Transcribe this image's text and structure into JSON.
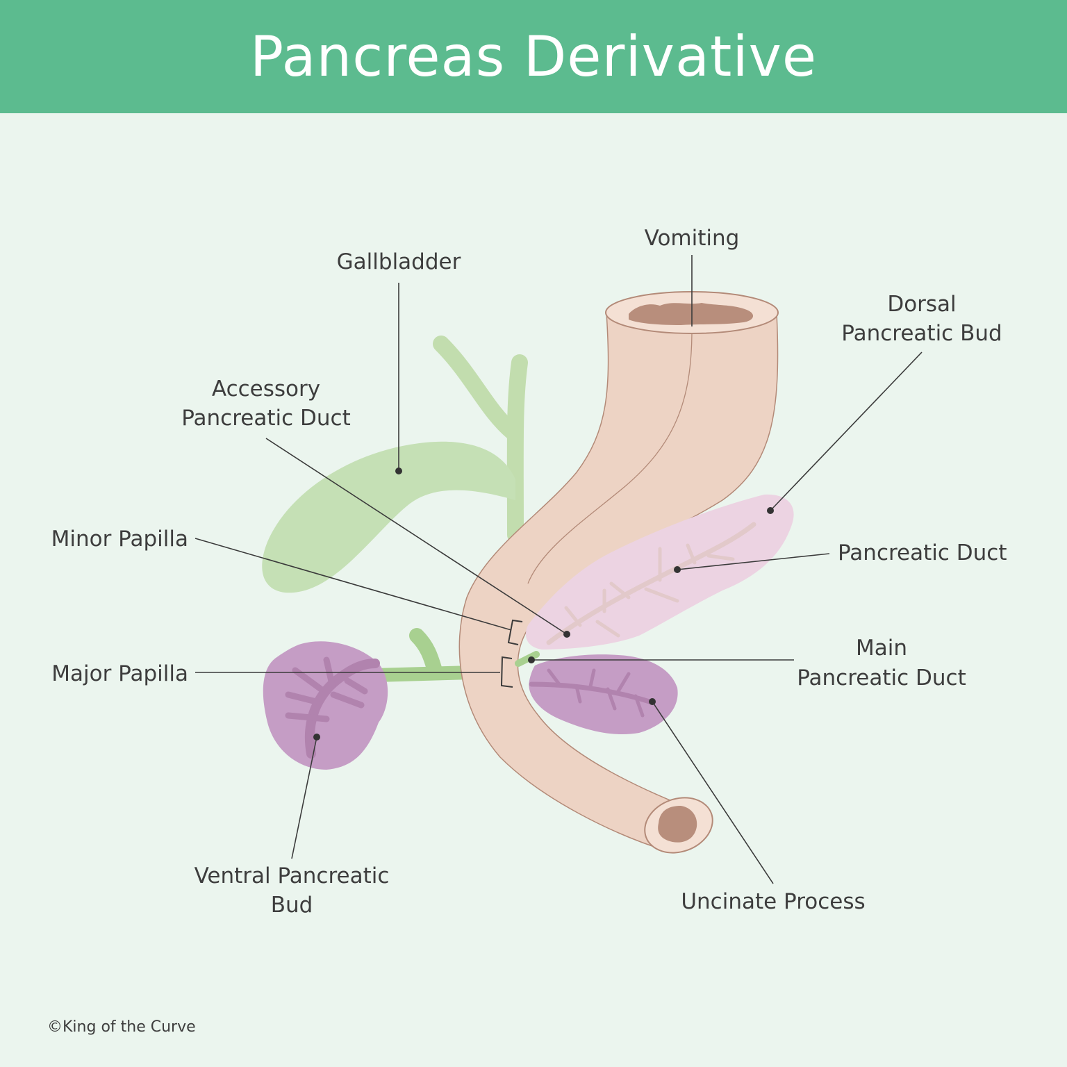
{
  "title": "Pancreas Derivative",
  "labels": {
    "vomiting": "Vomiting",
    "gallbladder": "Gallbladder",
    "dorsal_bud_line1": "Dorsal",
    "dorsal_bud_line2": "Pancreatic Bud",
    "accessory_duct_line1": "Accessory",
    "accessory_duct_line2": "Pancreatic Duct",
    "minor_papilla": "Minor Papilla",
    "pancreatic_duct": "Pancreatic Duct",
    "major_papilla": "Major Papilla",
    "main_duct_line1": "Main",
    "main_duct_line2": "Pancreatic Duct",
    "ventral_bud_line1": "Ventral Pancreatic",
    "ventral_bud_line2": "Bud",
    "uncinate_process": "Uncinate Process"
  },
  "copyright": "©King of the Curve",
  "colors": {
    "header": "#5cbb8f",
    "background": "#ebf5ee",
    "duodenum": "#edd3c4",
    "duodenum_outline": "#b38a78",
    "lumen": "#b88e7c",
    "gallbladder": "#c5e0b5",
    "bile_duct": "#b9d9a3",
    "dorsal_bud": "#ecd3e2",
    "ventral_bud": "#c59dc5"
  }
}
